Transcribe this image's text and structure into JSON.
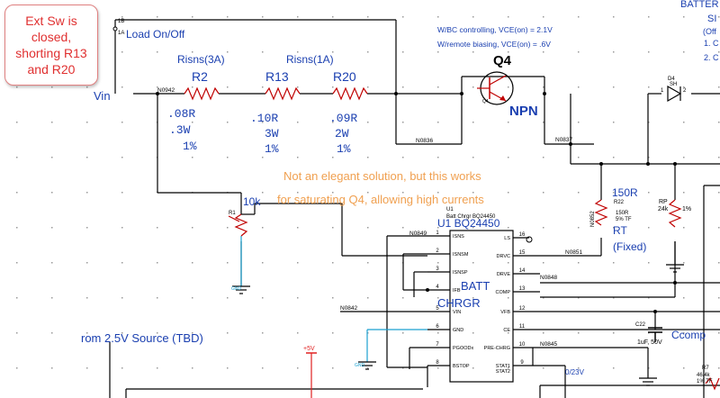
{
  "callout": {
    "text_lines": [
      "Ext Sw is",
      "closed,",
      "shorting R13",
      "and R20"
    ]
  },
  "top_label": {
    "line1": "BATTER",
    "line2": "SI",
    "line3": "(Off",
    "line4": "1. C",
    "line5": "2. C"
  },
  "notes": {
    "bc_control": "W/BC controlling, VCE(on) = 2.1V",
    "remote_bias": "W/remote biasing, VCE(on) = .6V",
    "annotation_line1": "Not an elegant solution, but this works",
    "annotation_line2": "for saturating Q4, allowing high currents"
  },
  "labels": {
    "load_switch": "Load On/Off",
    "pin_a": "1B",
    "pin_b": "1A",
    "vin": "Vin",
    "from_source": "rom 2.5V Source (TBD)",
    "plus5": "+5V",
    "gnd1": "GND",
    "gnd2": "GND",
    "v23": "0/23V"
  },
  "resistors": {
    "r2": {
      "group": "Risns(3A)",
      "name": "R2",
      "value": ".08R",
      "power": ".3W",
      "tol": "1%"
    },
    "r13": {
      "group": "Risns(1A)",
      "name": "R13",
      "value": ".10R",
      "power": "3W",
      "tol": "1%"
    },
    "r20": {
      "name": "R20",
      "value": ".09R",
      "power": "2W",
      "tol": "1%"
    }
  },
  "transistor": {
    "name": "Q4",
    "type": "NPN",
    "ref": "Q4"
  },
  "nets": {
    "n1": "N0942",
    "n2": "N0836",
    "n3": "N0837",
    "n4": "N0849",
    "n5": "N0851",
    "n6": "N0848",
    "n7": "N0842",
    "n8": "N0845"
  },
  "pot": {
    "ref": "R1",
    "value": "10k"
  },
  "r22": {
    "ref": "R22",
    "spec1": "150R",
    "spec2": "5% TF",
    "label": "150R",
    "net": "N0852",
    "rt": "RT",
    "fixed": "(Fixed)"
  },
  "rp": {
    "ref": "RP",
    "value": "24k",
    "tol": "1%"
  },
  "diode": {
    "ref": "D4",
    "part": "SH",
    "pin1": "1",
    "pin2": "2"
  },
  "ic": {
    "ref": "U1",
    "part_line": "Batt Chrgr BQ24450",
    "title": "U1   BQ24450",
    "block_line1": "BATT",
    "block_line2": "CHRGR",
    "left_pins": [
      {
        "num": "1",
        "name": "ISNS"
      },
      {
        "num": "2",
        "name": "ISNSM"
      },
      {
        "num": "3",
        "name": "ISNSP"
      },
      {
        "num": "4",
        "name": "IFB"
      },
      {
        "num": "5",
        "name": "VIN"
      },
      {
        "num": "6",
        "name": "GND"
      },
      {
        "num": "7",
        "name": "PGOODx"
      },
      {
        "num": "8",
        "name": "BSTOP"
      }
    ],
    "right_pins": [
      {
        "num": "16",
        "name": "LS"
      },
      {
        "num": "15",
        "name": "DRVC"
      },
      {
        "num": "14",
        "name": "DRVE"
      },
      {
        "num": "13",
        "name": "COMP"
      },
      {
        "num": "12",
        "name": "VFB"
      },
      {
        "num": "11",
        "name": "CE"
      },
      {
        "num": "10",
        "name": "PRE-CHRG"
      },
      {
        "num": "9",
        "name": "STAT1"
      },
      {
        "num": "",
        "name": "STAT2"
      }
    ]
  },
  "cap": {
    "ref": "C22",
    "value": "1uF, 50V",
    "label": "Ccomp"
  },
  "r7": {
    "ref": "R7",
    "spec1": "46.4k",
    "spec2": "1% TF"
  }
}
